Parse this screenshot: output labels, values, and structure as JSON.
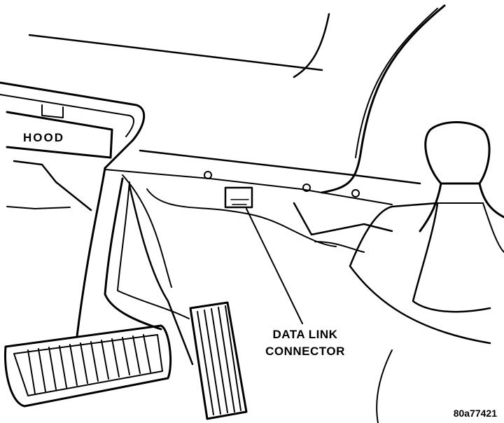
{
  "diagram": {
    "hood_label": "HOOD",
    "callout": {
      "line1": "DATA LINK",
      "line2": "CONNECTOR"
    },
    "figure_number": "80a77421"
  },
  "colors": {
    "ink": "#000000",
    "paper": "#ffffff"
  }
}
